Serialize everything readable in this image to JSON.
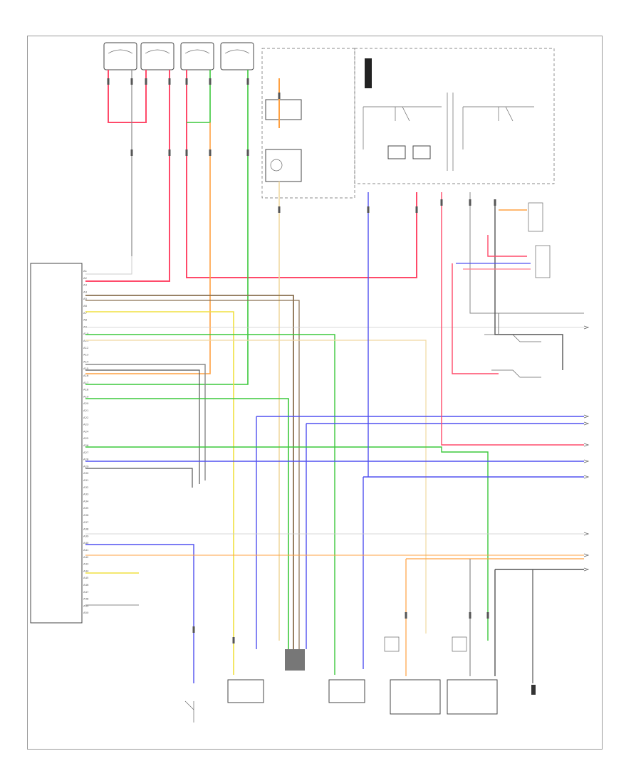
{
  "colors": {
    "red": "#ff4a6a",
    "pink": "#ff7a8a",
    "orange": "#ffa040",
    "green": "#3cc83c",
    "yellow": "#f0e040",
    "blue": "#5050f0",
    "brown": "#8a7050",
    "gray": "#888888",
    "black": "#555555",
    "light_yellow": "#f0d8a0",
    "pale": "#cccccc"
  },
  "ecm": {
    "pins": [
      "A1",
      "A2",
      "A3",
      "A4",
      "A5",
      "A6",
      "A7",
      "A8",
      "A9",
      "A10",
      "A11",
      "A12",
      "A13",
      "A14",
      "A15",
      "A16",
      "A17",
      "A18",
      "A19",
      "A20",
      "A21",
      "A22",
      "A23",
      "A24",
      "A25",
      "A26",
      "A27",
      "A28",
      "A29",
      "A30",
      "A31",
      "A32",
      "A33",
      "A34",
      "A35",
      "A36",
      "A37",
      "A38",
      "A39",
      "A40",
      "A41",
      "A42",
      "A43",
      "A44",
      "A45",
      "A46",
      "A47",
      "A48",
      "A49",
      "A50"
    ]
  }
}
